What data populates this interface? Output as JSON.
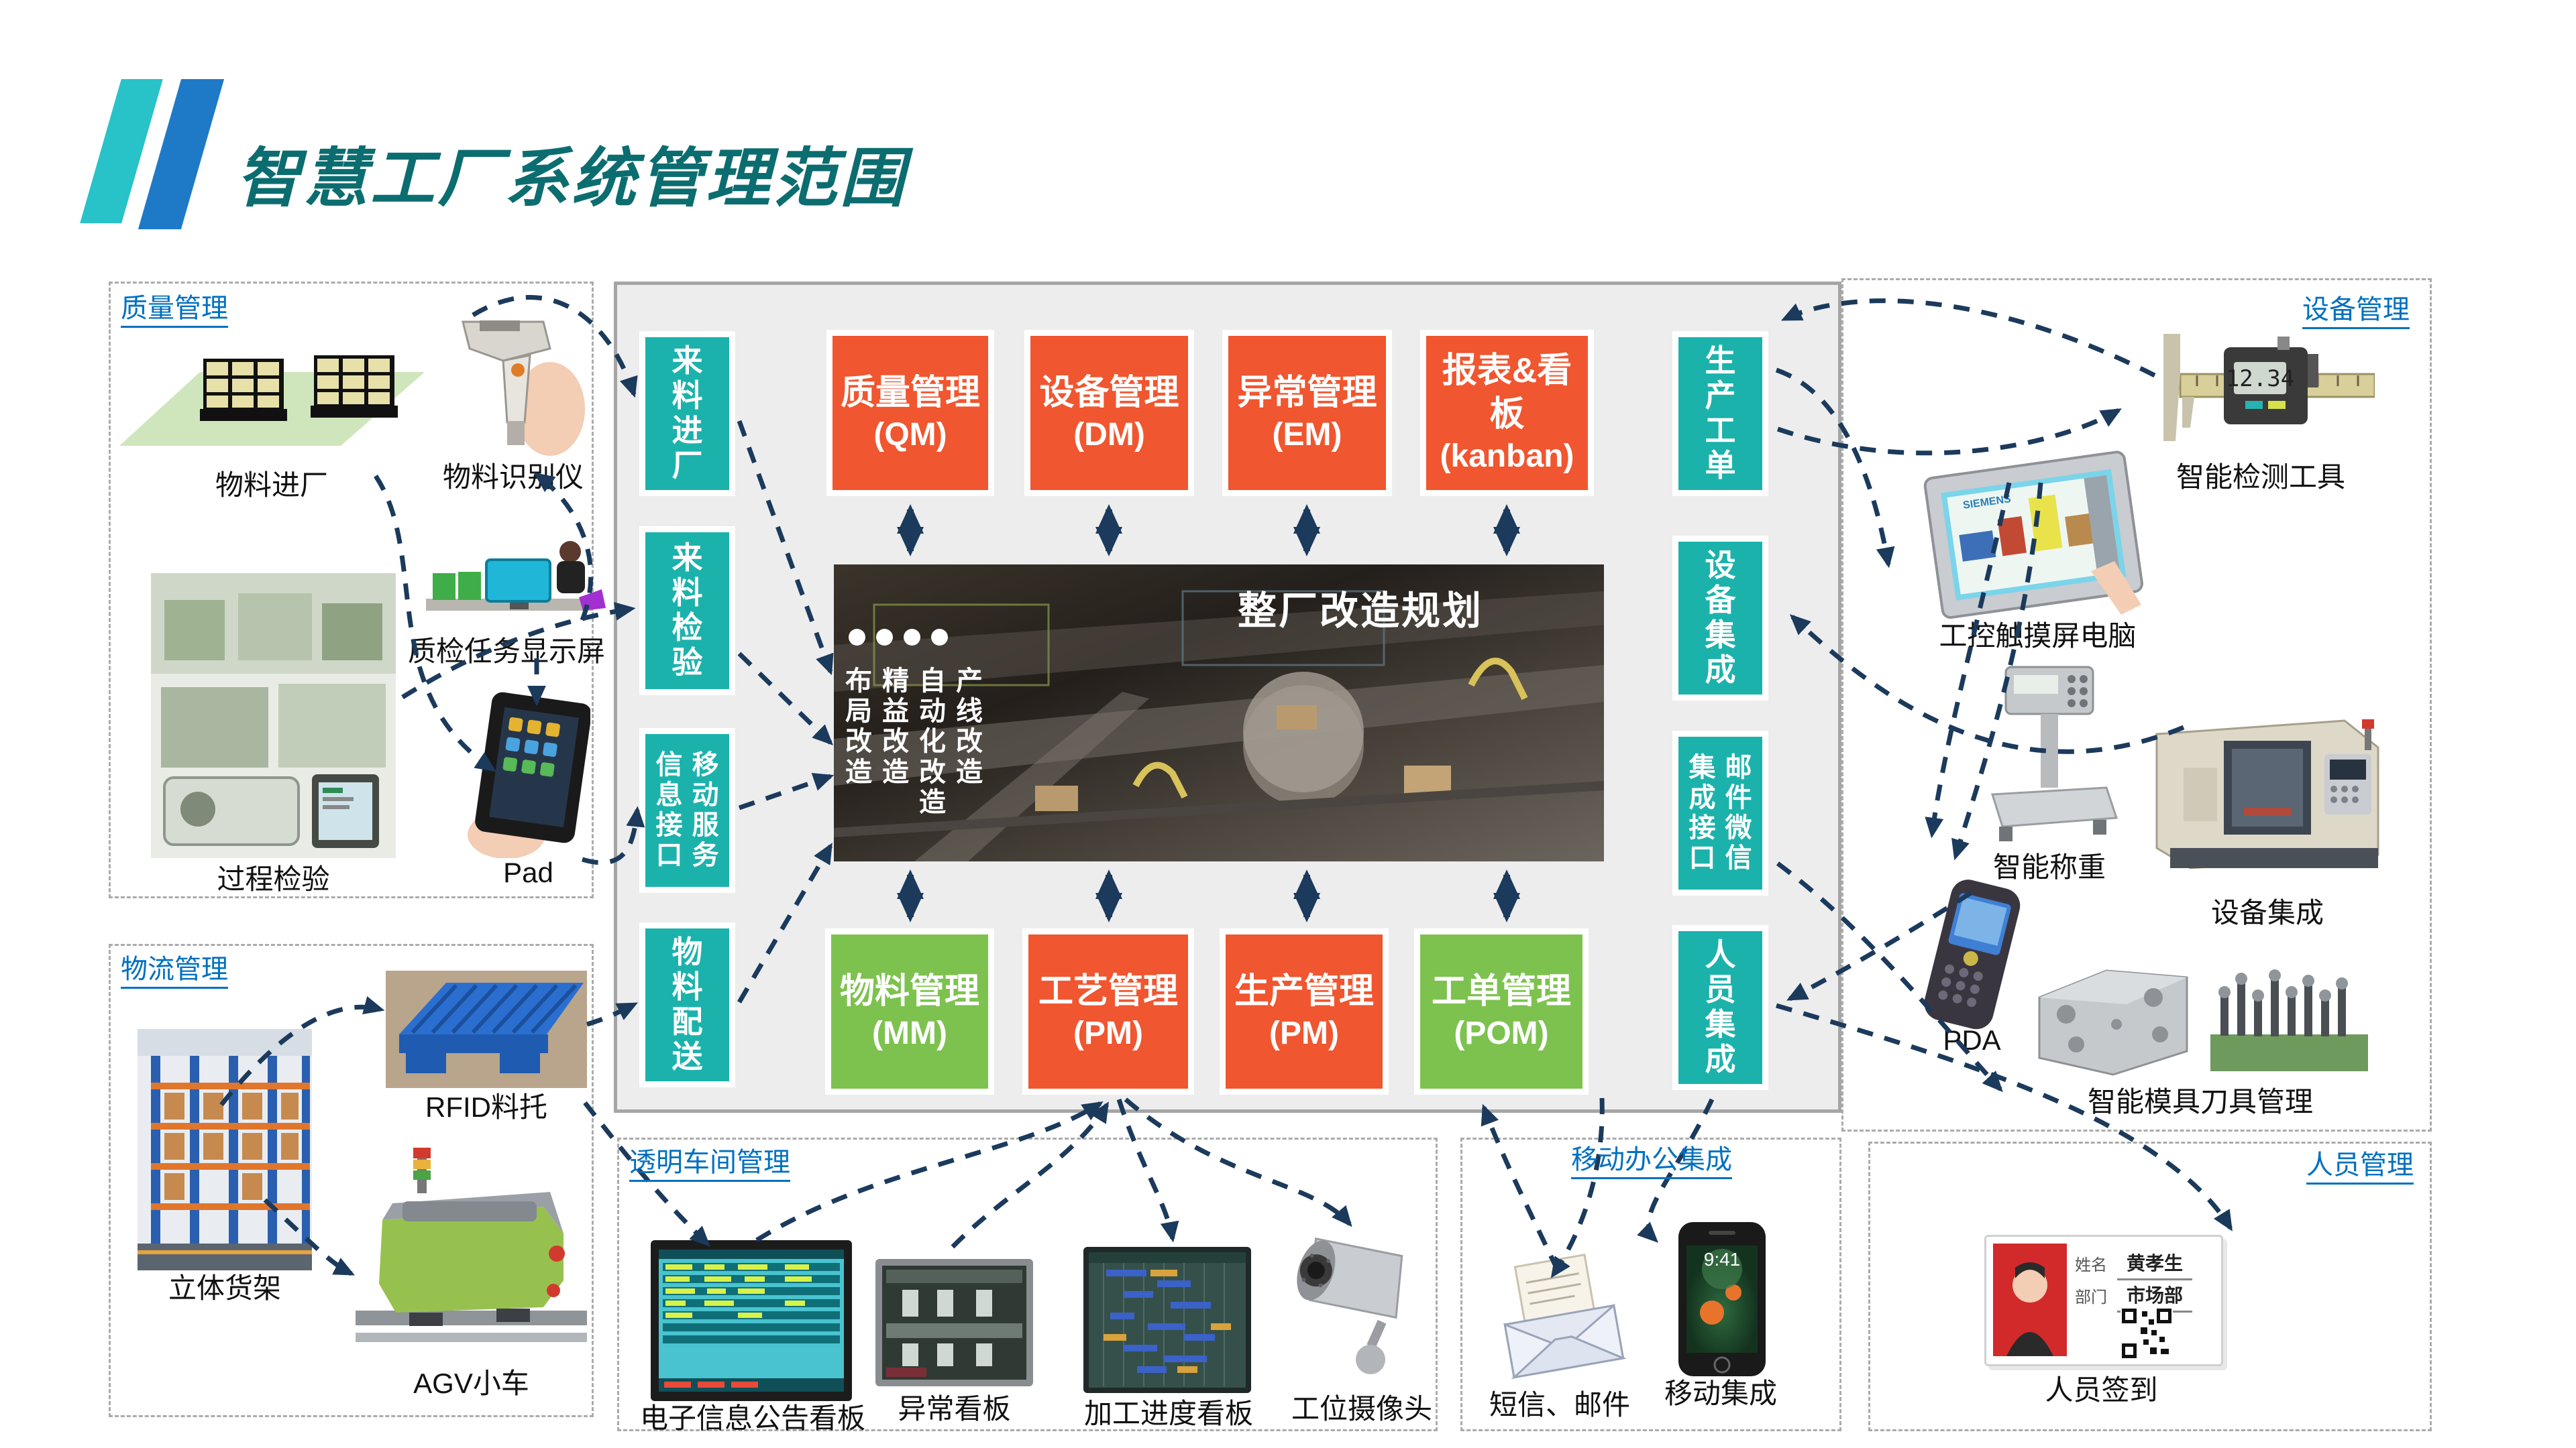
{
  "title": "智慧工厂系统管理范围",
  "colors": {
    "teal": "#1cb2ac",
    "orange": "#f0562f",
    "green": "#7dc24f",
    "navy": "#1b3a5c",
    "label_blue": "#0070c0",
    "title_teal": "#0c6d70"
  },
  "regions": {
    "quality": {
      "label": "质量管理",
      "incoming": "物料进厂",
      "scanner": "物料识别仪",
      "qc_screen": "质检任务显示屏",
      "process": "过程检验",
      "pad": "Pad"
    },
    "logistics": {
      "label": "物流管理",
      "rack": "立体货架",
      "rfid": "RFID料托",
      "agv": "AGV小车"
    },
    "equipment": {
      "label": "设备管理",
      "caliper": "智能检测工具",
      "panel_pc": "工控触摸屏电脑",
      "scale": "智能称重",
      "cnc": "设备集成",
      "pda": "PDA",
      "mold": "智能模具刀具管理"
    },
    "workshop": {
      "label": "透明车间管理",
      "board": "电子信息公告看板",
      "abnormal": "异常看板",
      "gantt": "加工进度看板",
      "camera": "工位摄像头"
    },
    "mobile": {
      "label": "移动办公集成",
      "sms": "短信、邮件",
      "integration": "移动集成"
    },
    "personnel": {
      "label": "人员管理",
      "signin": "人员签到"
    }
  },
  "core": {
    "left": [
      {
        "text": "来料进厂"
      },
      {
        "text": "来料检验"
      },
      {
        "col1": "信息接口",
        "col2": "移动服务"
      },
      {
        "text": "物料配送"
      }
    ],
    "right": [
      {
        "text": "生产工单"
      },
      {
        "text": "设备集成"
      },
      {
        "col1": "集成接口",
        "col2": "邮件微信"
      },
      {
        "text": "人员集成"
      }
    ],
    "top": [
      {
        "name": "质量管理",
        "code": "(QM)"
      },
      {
        "name": "设备管理",
        "code": "(DM)"
      },
      {
        "name": "异常管理",
        "code": "(EM)"
      },
      {
        "name": "报表&看板",
        "code": "(kanban)"
      }
    ],
    "bottom": [
      {
        "name": "物料管理",
        "code": "(MM)"
      },
      {
        "name": "工艺管理",
        "code": "(PM)"
      },
      {
        "name": "生产管理",
        "code": "(PM)"
      },
      {
        "name": "工单管理",
        "code": "(POM)"
      }
    ],
    "plan": {
      "title": "整厂改造规划",
      "columns": [
        "布局改造",
        "精益改造",
        "自动化改造",
        "产线改造"
      ]
    }
  },
  "details": {
    "caliper_reading": "12.34",
    "phone_time": "9:41",
    "card_name_label": "姓名",
    "card_name": "黄孝生",
    "card_dept_label": "部门",
    "card_dept": "市场部"
  }
}
